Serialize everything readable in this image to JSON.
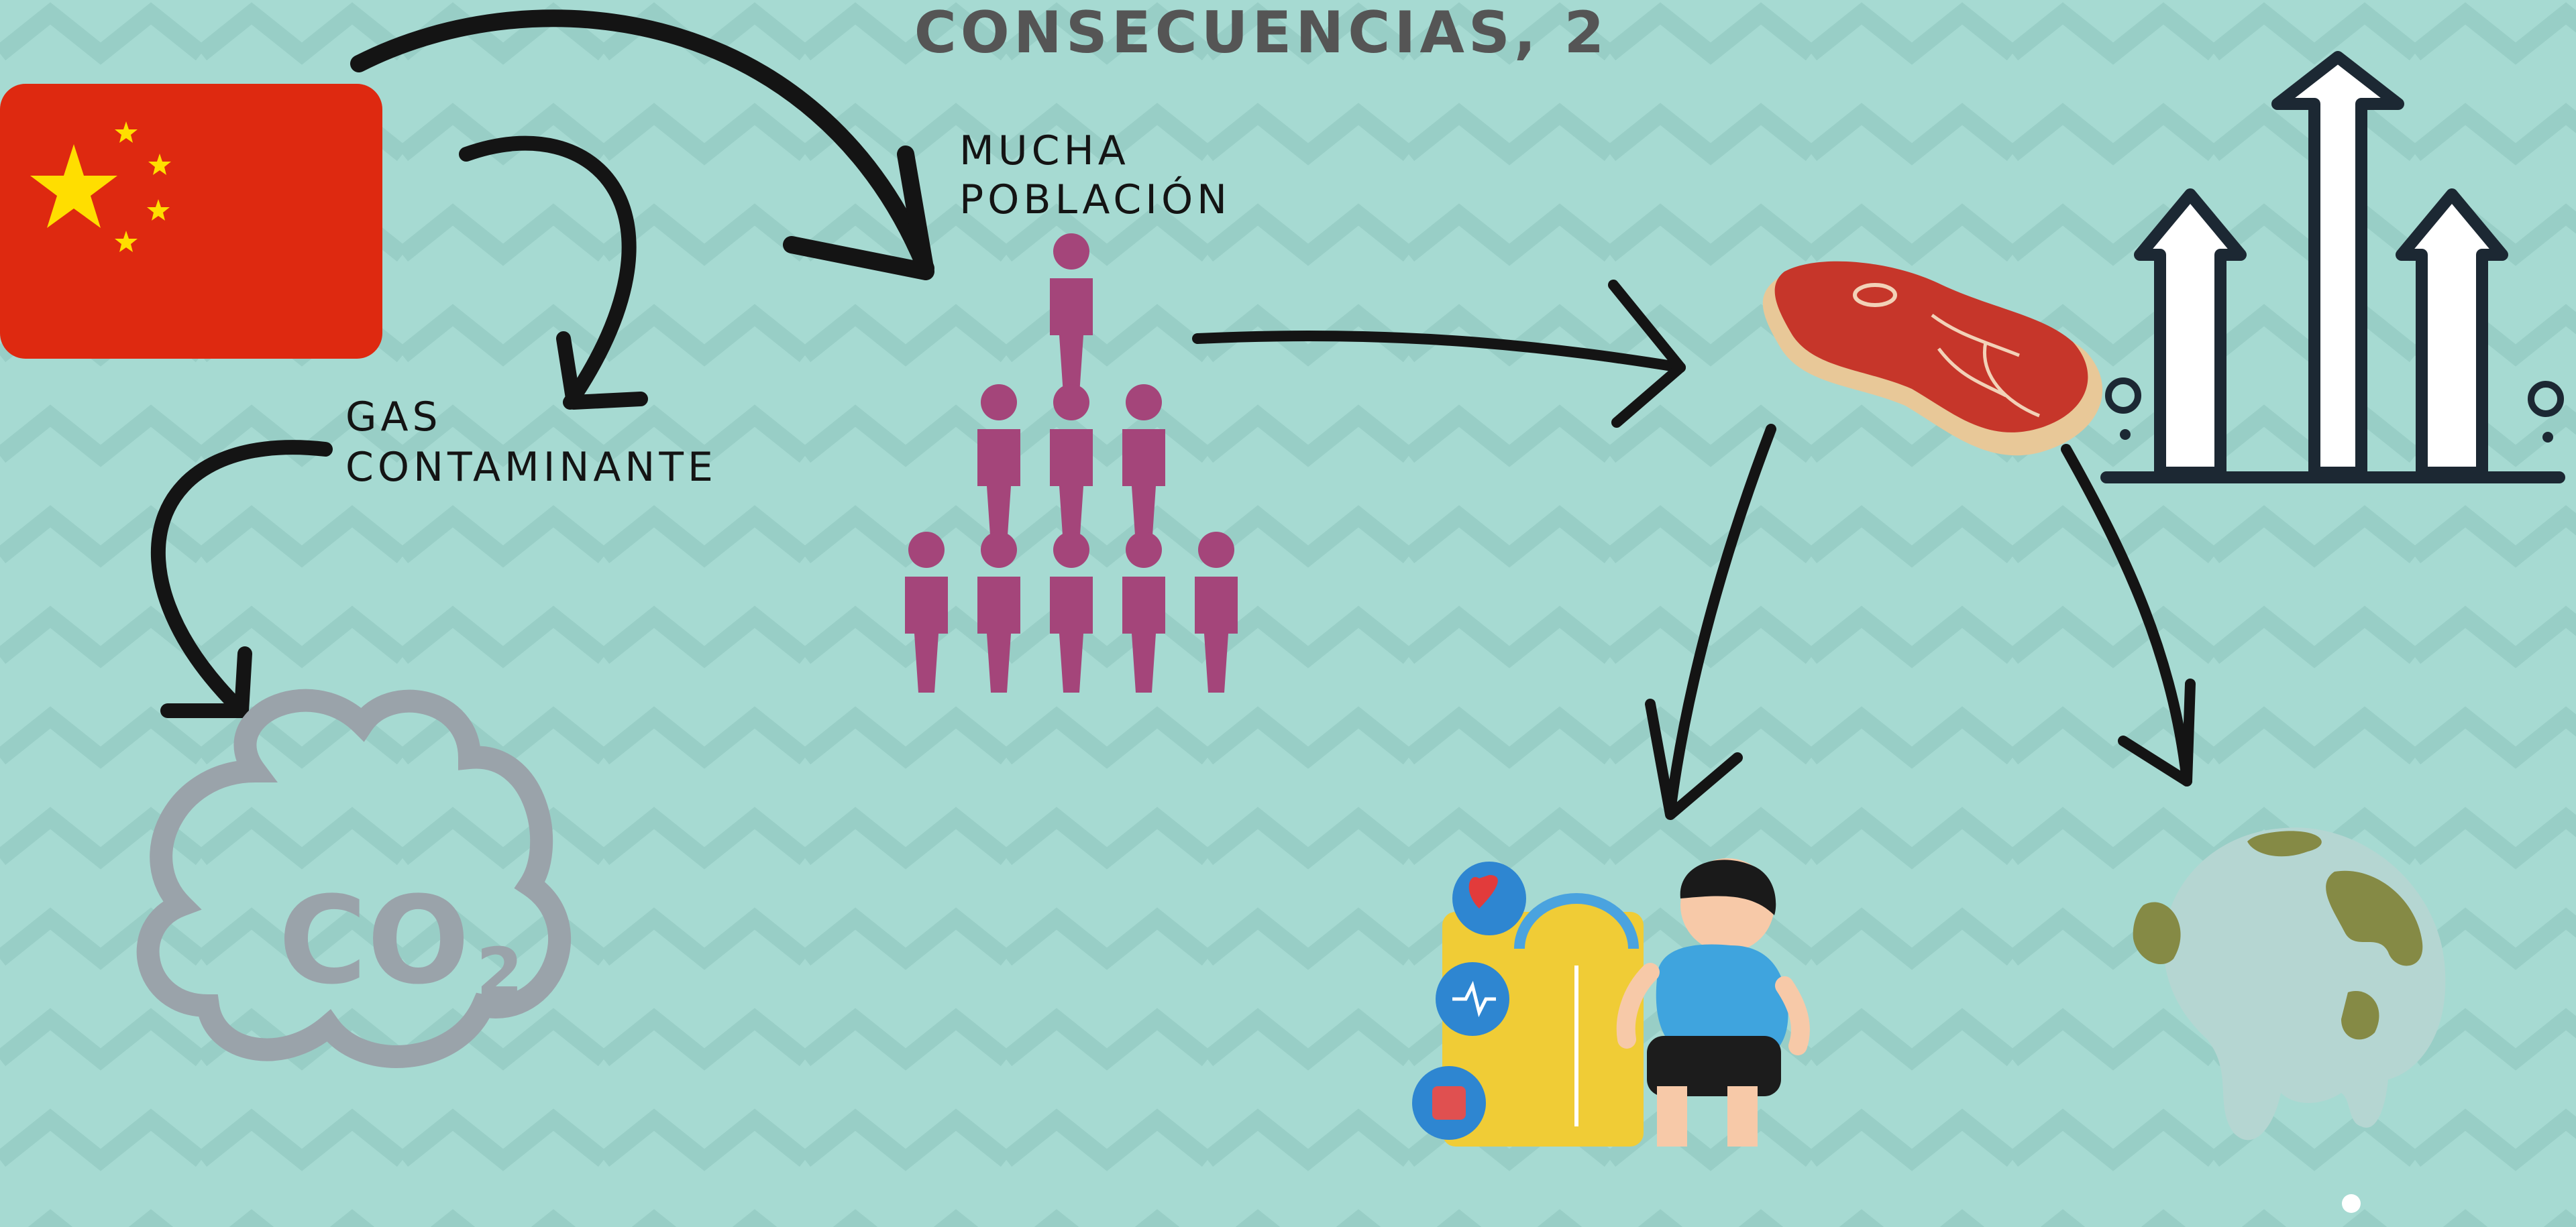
{
  "title": "CONSECUENCIAS, 2",
  "labels": {
    "gas_line1": "GAS",
    "gas_line2": "CONTAMINANTE",
    "population_line1": "MUCHA",
    "population_line2": "POBLACIÓN"
  },
  "co2": {
    "text": "CO",
    "subscript": "2"
  },
  "icons": [
    "china-flag",
    "co2-cloud-icon",
    "population-pyramid-icon",
    "meat-steak-icon",
    "rising-arrows-icon",
    "obesity-health-icon",
    "melting-earth-icon"
  ],
  "colors": {
    "background": "#a6dad2",
    "zigzag": "#97cec5",
    "flag_red": "#de2910",
    "flag_star": "#ffde00",
    "person": "#a4457a",
    "arrow": "#141414",
    "cloud": "#9aa3aa",
    "title": "#555555"
  }
}
